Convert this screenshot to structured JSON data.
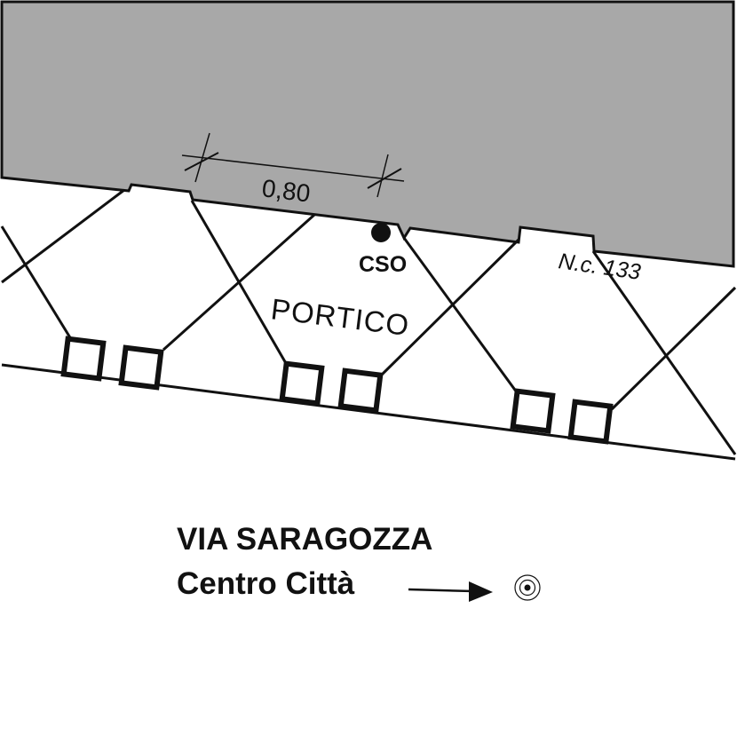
{
  "plan": {
    "dimension_label": "0,80",
    "cso_label": "CSO",
    "civic_number_label": "N.c. 133",
    "portico_label": "PORTICO",
    "colors": {
      "building": "#a8a8a8",
      "line": "#111111",
      "background": "#ffffff"
    }
  },
  "street": {
    "name": "VIA SARAGOZZA",
    "direction": "Centro Città"
  },
  "icons": {
    "arrow": "arrow-right-icon",
    "target": "target-circle-icon"
  }
}
